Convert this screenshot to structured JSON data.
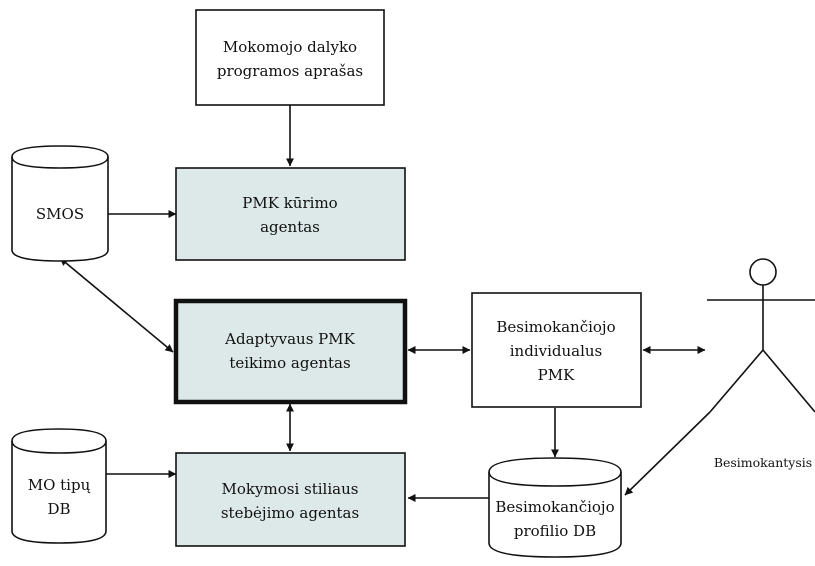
{
  "nodes": {
    "program_description": {
      "lines": [
        "Mokomojo dalyko",
        "programos aprašas"
      ]
    },
    "pmk_creation_agent": {
      "lines": [
        "PMK kūrimo",
        "agentas"
      ]
    },
    "adaptive_agent": {
      "lines": [
        "Adaptyvaus PMK",
        "teikimo agentas"
      ]
    },
    "style_observation_agent": {
      "lines": [
        "Mokymosi stiliaus",
        "stebėjimo agentas"
      ]
    },
    "individual_pmk": {
      "lines": [
        "Besimokančiojo",
        "individualus",
        "PMK"
      ]
    },
    "smos_db": {
      "lines": [
        "SMOS"
      ]
    },
    "mo_types_db": {
      "lines": [
        "MO tipų",
        "DB"
      ]
    },
    "learner_profile_db": {
      "lines": [
        "Besimokančiojo",
        "profilio DB"
      ]
    },
    "learner_actor": {
      "lines": [
        "Besimokantysis"
      ]
    }
  },
  "colors": {
    "agent_fill": "#dde8e8",
    "stroke": "#111111",
    "background": "#ffffff"
  }
}
